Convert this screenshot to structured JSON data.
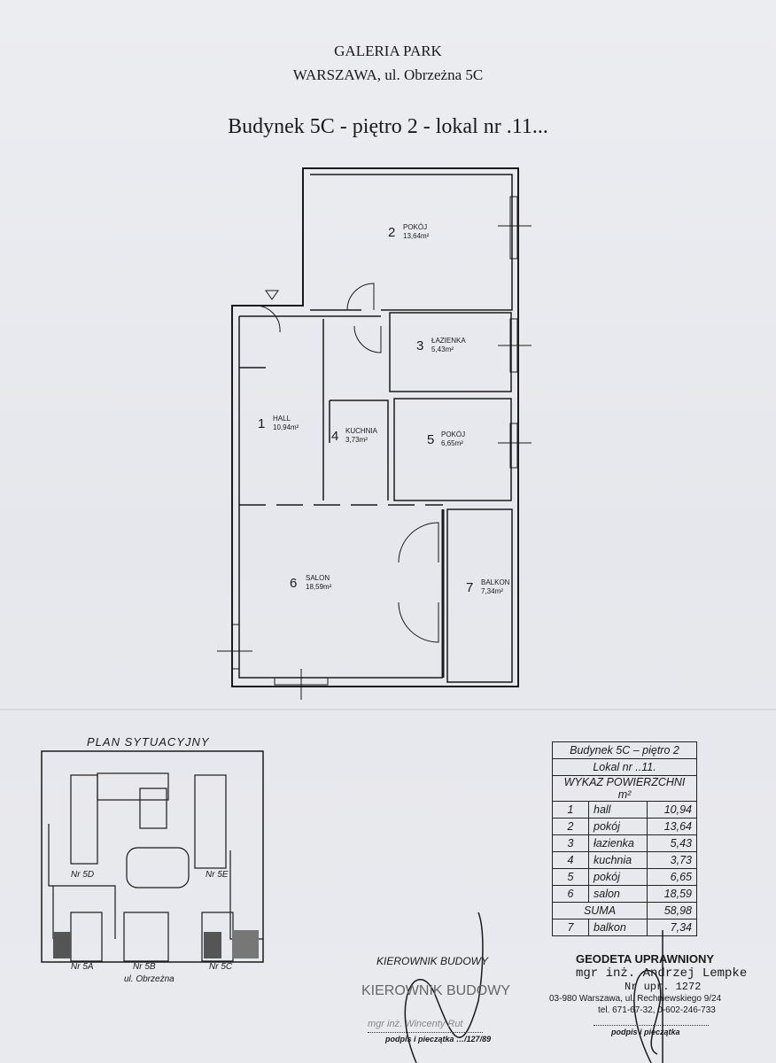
{
  "header": {
    "project": "GALERIA PARK",
    "address": "WARSZAWA, ul. Obrzeżna 5C",
    "title": "Budynek 5C - piętro 2 - lokal nr .11..."
  },
  "rooms": [
    {
      "no": "1",
      "name": "HALL",
      "area": "10,94m²"
    },
    {
      "no": "2",
      "name": "POKÓJ",
      "area": "13,64m²"
    },
    {
      "no": "3",
      "name": "ŁAZIENKA",
      "area": "5,43m²"
    },
    {
      "no": "4",
      "name": "KUCHNIA",
      "area": "3,73m²"
    },
    {
      "no": "5",
      "name": "POKÓJ",
      "area": "6,65m²"
    },
    {
      "no": "6",
      "name": "SALON",
      "area": "18,59m²"
    },
    {
      "no": "7",
      "name": "BALKON",
      "area": "7,34m²"
    }
  ],
  "site_plan": {
    "title": "PLAN SYTUACYJNY",
    "labels": [
      "Nr 5D",
      "Nr 5E",
      "Nr 5A",
      "Nr 5B",
      "Nr 5C",
      "ul. Obrzeżna"
    ]
  },
  "area_table": {
    "building": "Budynek 5C – piętro 2",
    "unit": "Lokal nr ..11.",
    "heading": "WYKAZ POWIERZCHNI m²",
    "rows": [
      {
        "no": "1",
        "name": "hall",
        "area": "10,94"
      },
      {
        "no": "2",
        "name": "pokój",
        "area": "13,64"
      },
      {
        "no": "3",
        "name": "łazienka",
        "area": "5,43"
      },
      {
        "no": "4",
        "name": "kuchnia",
        "area": "3,73"
      },
      {
        "no": "5",
        "name": "pokój",
        "area": "6,65"
      },
      {
        "no": "6",
        "name": "salon",
        "area": "18,59"
      }
    ],
    "sum_label": "SUMA",
    "sum_value": "58,98",
    "balcony": {
      "no": "7",
      "name": "balkon",
      "area": "7,34"
    }
  },
  "signatures": {
    "site_manager_label": "KIEROWNIK BUDOWY",
    "site_manager_stamp": "KIEROWNIK BUDOWY",
    "site_manager_name": "mgr inż. Wincenty Rut",
    "site_manager_caption": "podpis i pieczątka",
    "site_manager_no": "…/127/89",
    "surveyor_label": "GEODETA UPRAWNIONY",
    "surveyor_name": "mgr inż. Andrzej Lempke",
    "surveyor_license": "Nr upr. 1272",
    "surveyor_address": "03-980 Warszawa, ul. Rechniewskiego 9/24",
    "surveyor_phone": "tel. 671-67-32, 0-602-246-733",
    "surveyor_caption": "podpis i pieczątka"
  }
}
